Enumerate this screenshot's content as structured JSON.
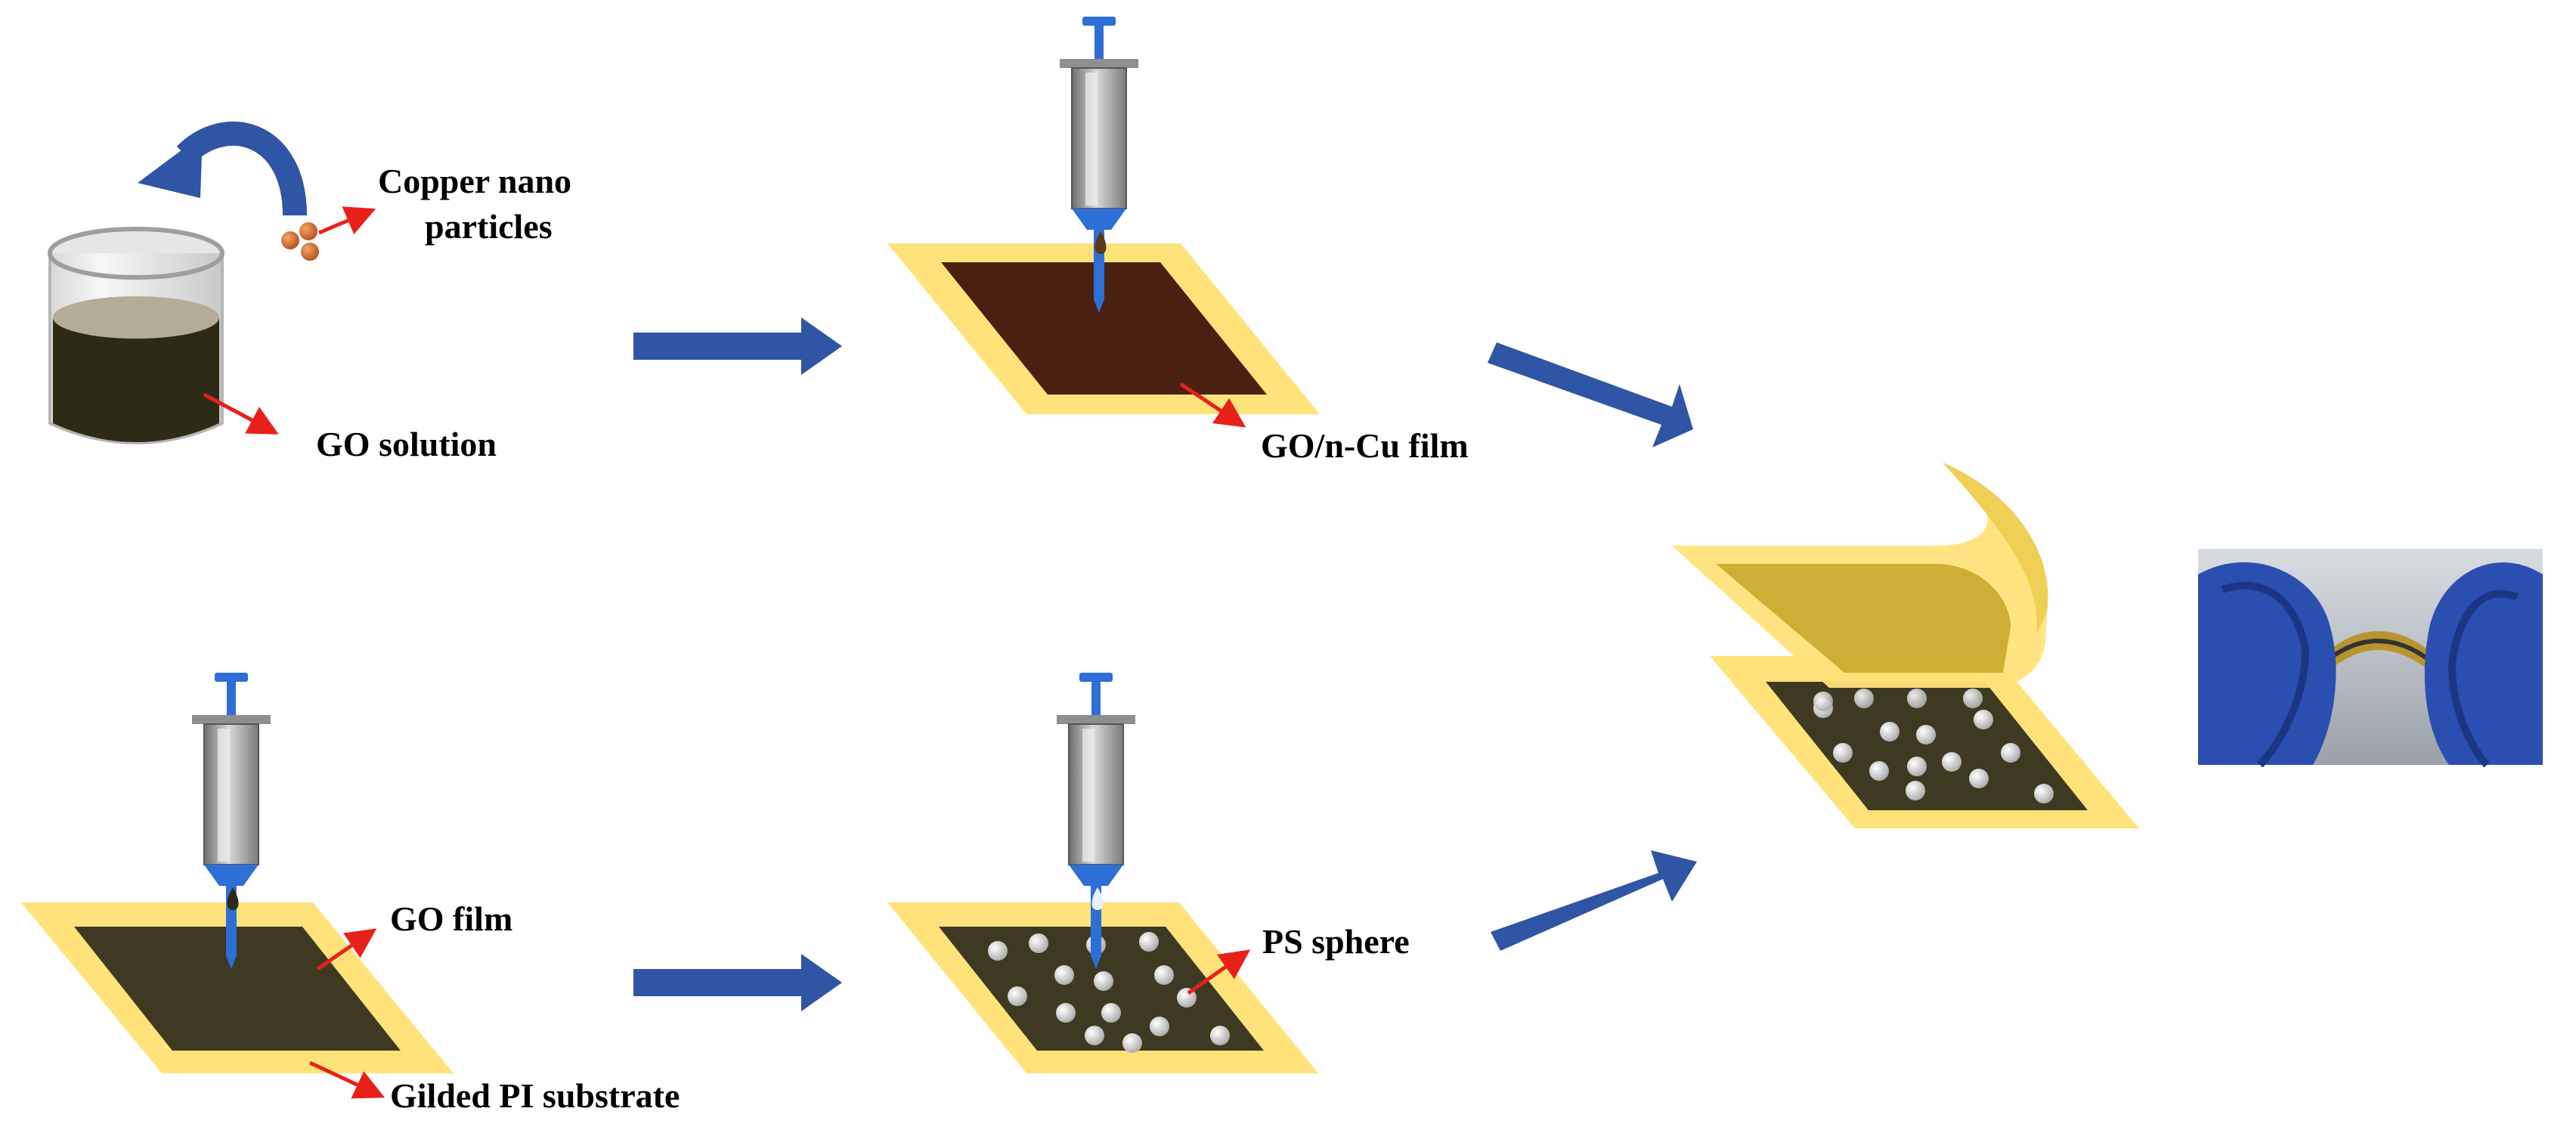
{
  "labels": {
    "copper_line1": "Copper nano",
    "copper_line2": "particles",
    "go_solution": "GO solution",
    "go_ncu_film": "GO/n-Cu film",
    "go_film": "GO film",
    "gilded_pi": "Gilded PI substrate",
    "ps_sphere": "PS sphere"
  },
  "colors": {
    "flow_arrow": "#2F55A4",
    "pointer_arrow": "#E8201A",
    "gold_border": "#FFE37A",
    "go_film": "#3E3A22",
    "go_ncu_film": "#4A2010",
    "go_solution": "#2E2A18",
    "copper": "#E2762F",
    "syringe_barrel": "#9E9E9E",
    "syringe_tip": "#2D6FD6",
    "ps_sphere": "#EDEDED"
  },
  "icons": {
    "beaker": "beaker-icon",
    "syringe": "syringe-icon",
    "photo": "flexible-device-photo"
  }
}
